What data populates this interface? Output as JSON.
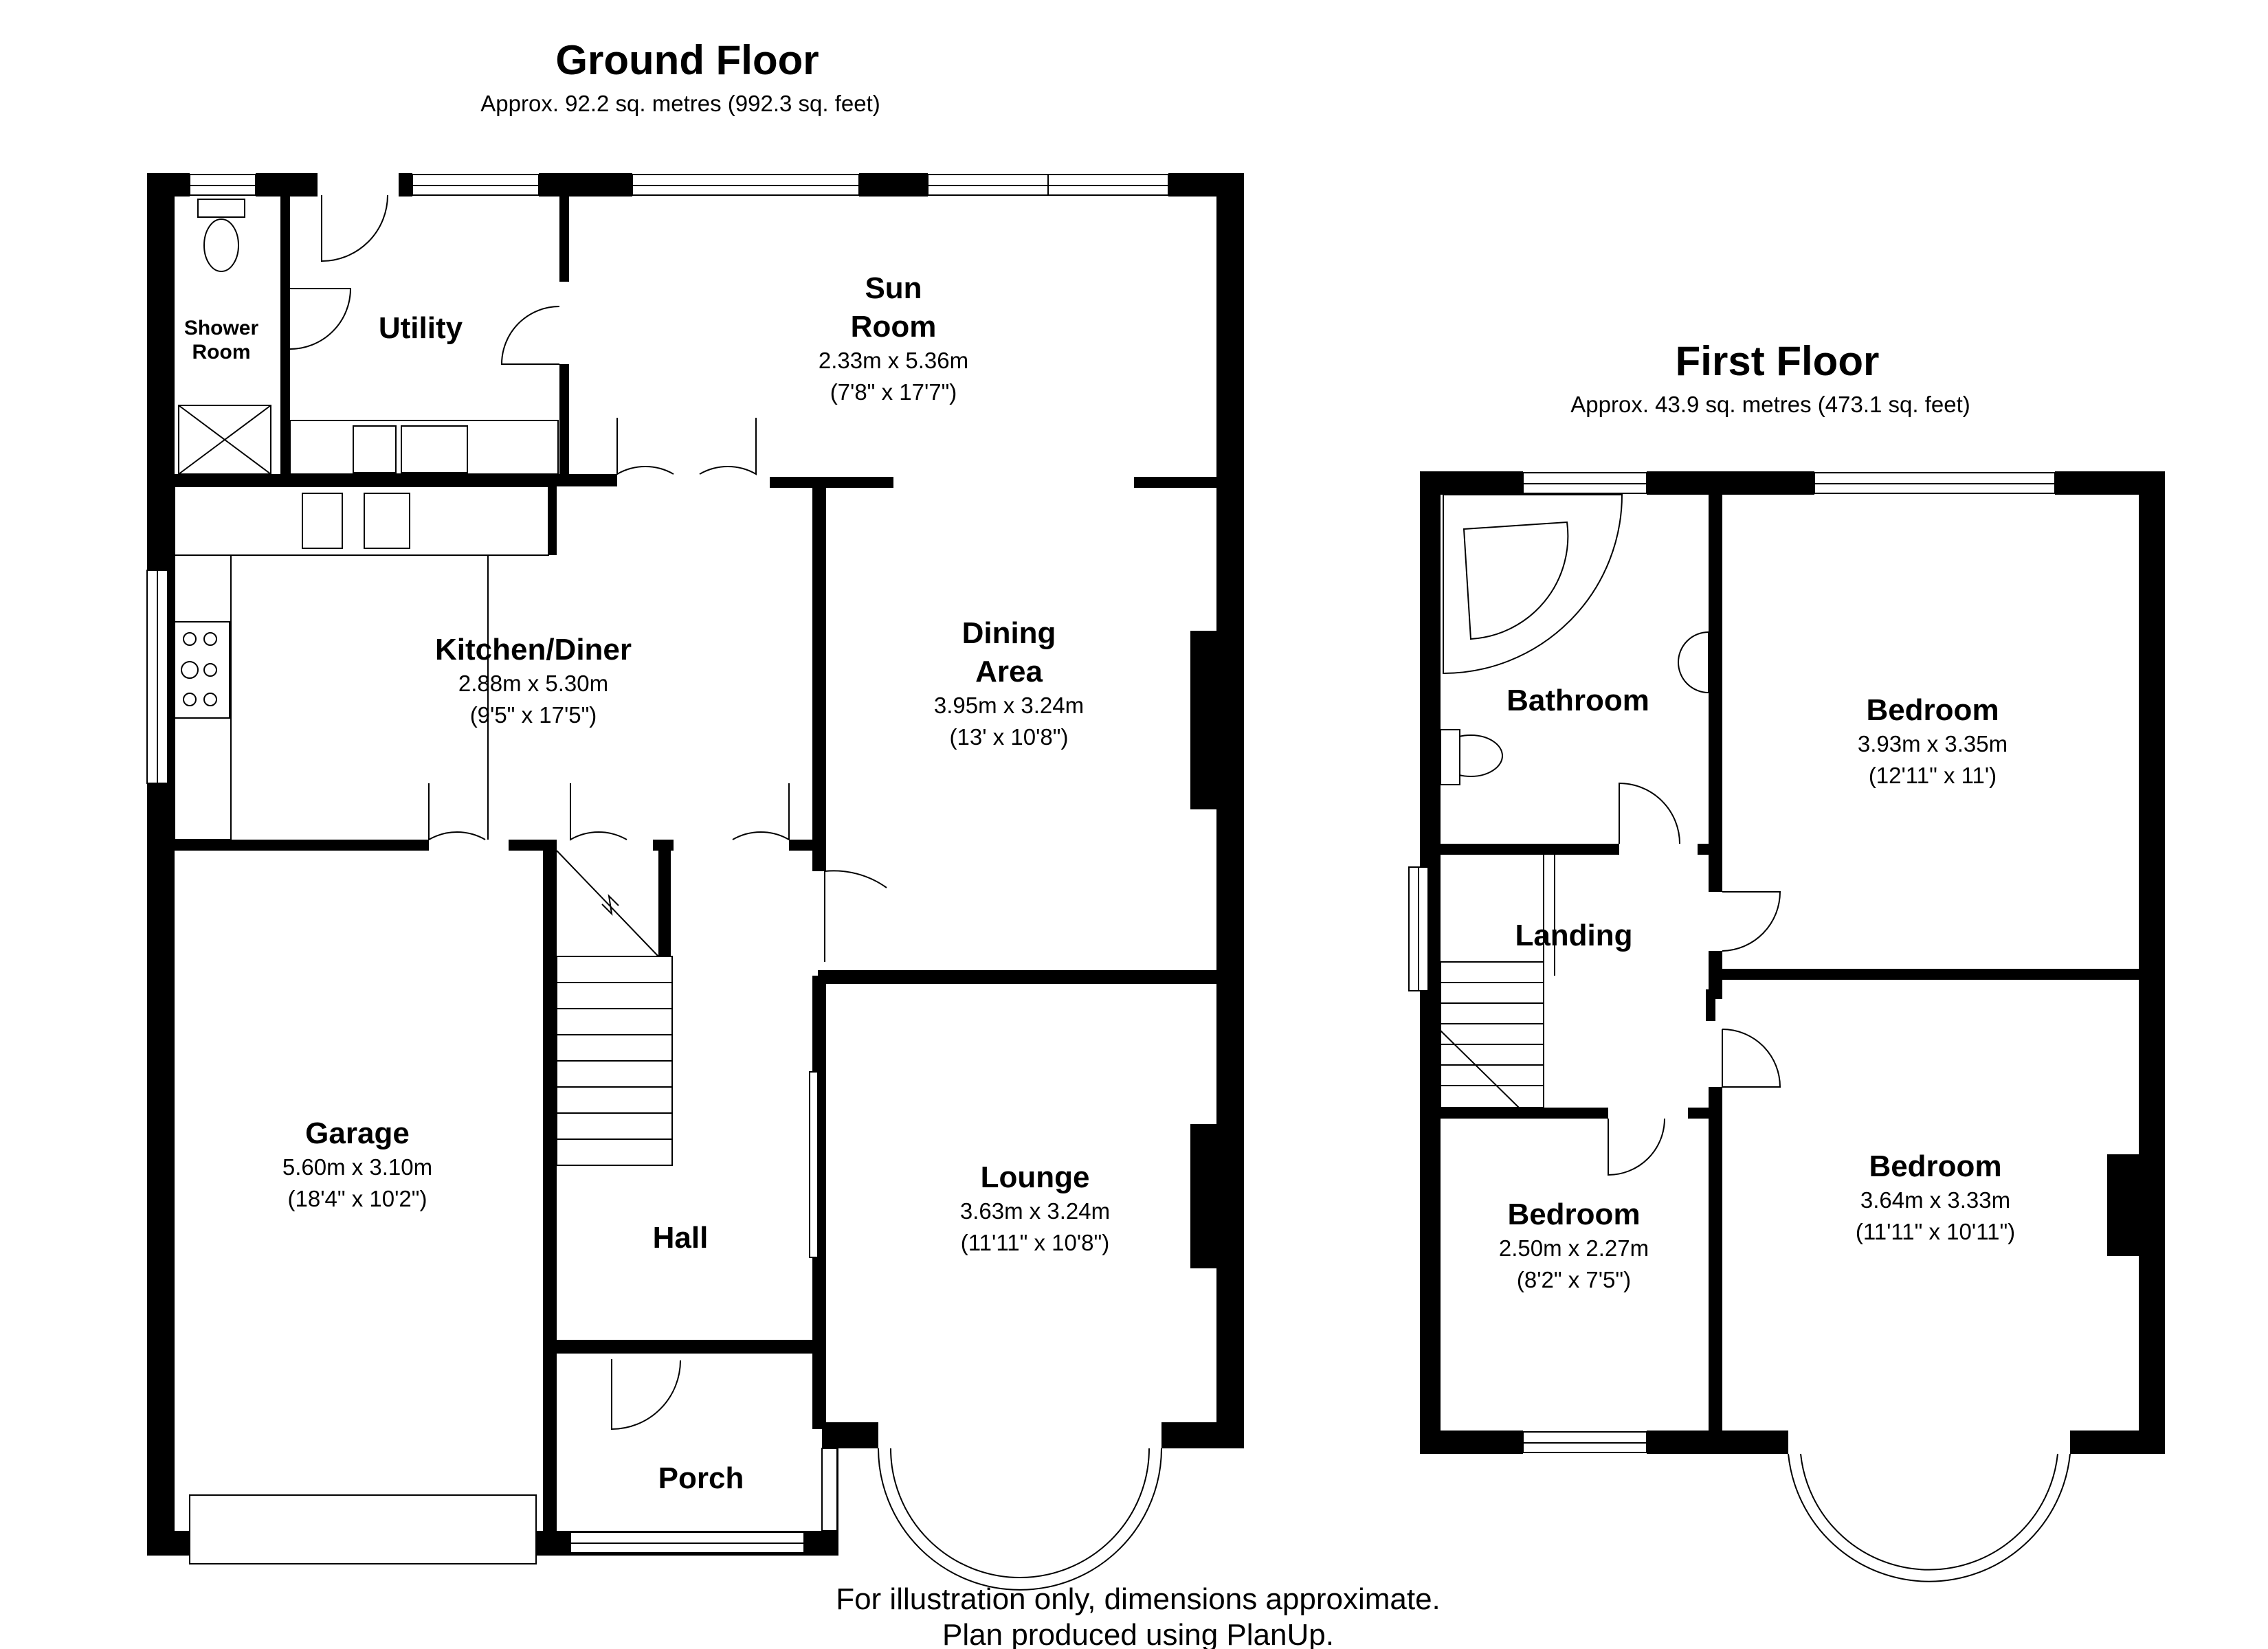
{
  "ground_floor": {
    "title": "Ground Floor",
    "area": "Approx. 92.2 sq. metres (992.3 sq. feet)",
    "rooms": {
      "shower": {
        "name_1": "Shower",
        "name_2": "Room"
      },
      "utility": {
        "name": "Utility"
      },
      "sun_room": {
        "name_1": "Sun",
        "name_2": "Room",
        "dims": "2.33m x 5.36m",
        "imperial": "(7'8\" x 17'7\")"
      },
      "kitchen": {
        "name": "Kitchen/Diner",
        "dims": "2.88m x 5.30m",
        "imperial": "(9'5\" x 17'5\")"
      },
      "dining": {
        "name_1": "Dining",
        "name_2": "Area",
        "dims": "3.95m x 3.24m",
        "imperial": "(13' x 10'8\")"
      },
      "garage": {
        "name": "Garage",
        "dims": "5.60m x 3.10m",
        "imperial": "(18'4\" x 10'2\")"
      },
      "hall": {
        "name": "Hall"
      },
      "lounge": {
        "name": "Lounge",
        "dims": "3.63m x 3.24m",
        "imperial": "(11'11\" x 10'8\")"
      },
      "porch": {
        "name": "Porch"
      }
    }
  },
  "first_floor": {
    "title": "First Floor",
    "area": "Approx. 43.9 sq. metres (473.1 sq. feet)",
    "rooms": {
      "bathroom": {
        "name": "Bathroom"
      },
      "bedroom_rear": {
        "name": "Bedroom",
        "dims": "3.93m x 3.35m",
        "imperial": "(12'11\" x 11')"
      },
      "landing": {
        "name": "Landing"
      },
      "bedroom_small": {
        "name": "Bedroom",
        "dims": "2.50m x 2.27m",
        "imperial": "(8'2\" x 7'5\")"
      },
      "bedroom_front": {
        "name": "Bedroom",
        "dims": "3.64m x 3.33m",
        "imperial": "(11'11\" x 10'11\")"
      }
    }
  },
  "footer": {
    "line1": "For illustration only, dimensions approximate.",
    "line2": "Plan produced using PlanUp."
  }
}
